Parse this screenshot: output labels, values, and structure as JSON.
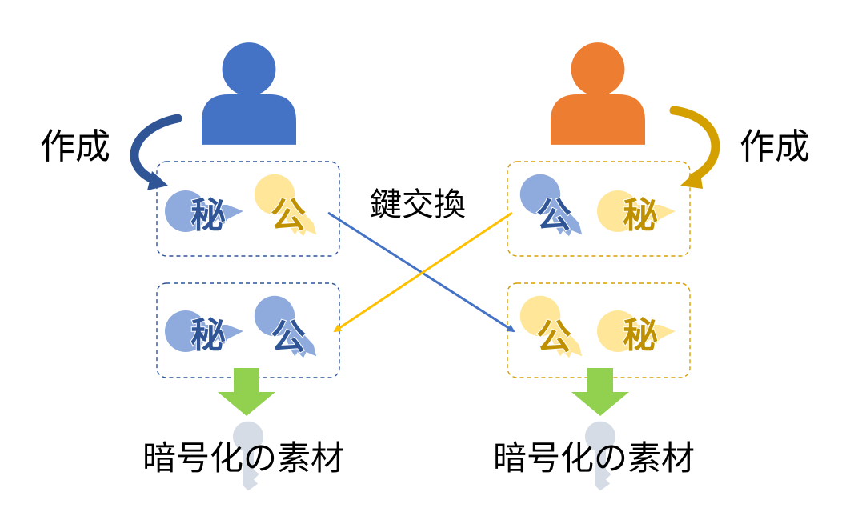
{
  "labels": {
    "create_left": "作成",
    "create_right": "作成",
    "key_exchange": "鍵交換",
    "material_left": "暗号化の素材",
    "material_right": "暗号化の素材"
  },
  "keys": {
    "secret_glyph": "秘",
    "public_glyph": "公"
  },
  "icons": {
    "person_left": "person-icon",
    "person_right": "person-icon",
    "shared_key": "key-icon"
  },
  "colors": {
    "blue_user": "#4472C4",
    "orange_user": "#ED7D31",
    "blue_key_fill": "#8FAADC",
    "blue_key_text": "#2F5597",
    "gold_key_fill": "#FFE699",
    "gold_key_text": "#BF9000",
    "gold_arrow": "#FFC000",
    "green_arrow": "#92D050",
    "shared_key_fill": "#D6DCE5"
  }
}
